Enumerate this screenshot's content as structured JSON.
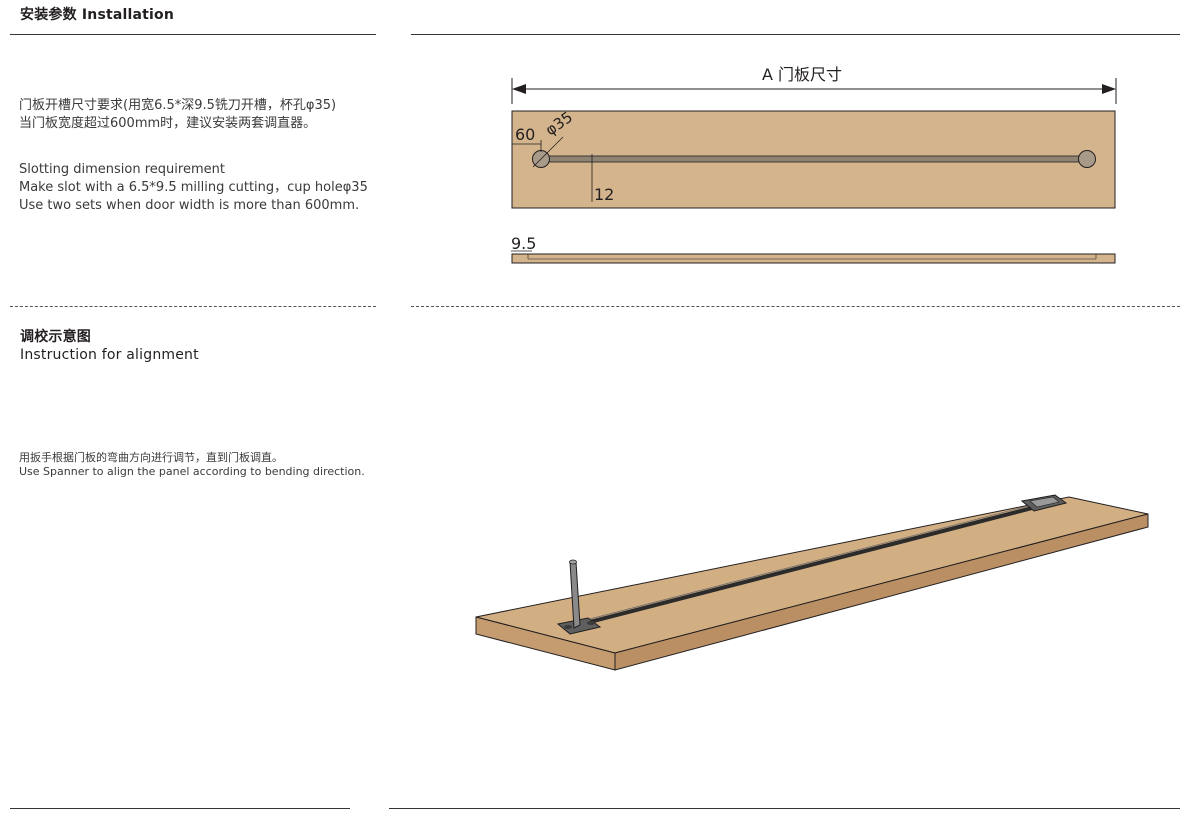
{
  "section1": {
    "title": "安装参数  Installation",
    "zh_line1": "门板开槽尺寸要求(用宽6.5*深9.5铣刀开槽，杯孔φ35)",
    "zh_line2": "当门板宽度超过600mm时，建议安装两套调直器。",
    "en_line1": "Slotting dimension requirement",
    "en_line2": "Make slot with a 6.5*9.5 milling cutting，cup holeφ35",
    "en_line3": "Use two sets when door width is more than 600mm."
  },
  "drawing1": {
    "dim_a_label": "A 门板尺寸",
    "dim_60": "60",
    "dim_phi35": "φ35",
    "dim_12": "12",
    "dim_9_5": "9.5",
    "colors": {
      "panel": "#d3b48c",
      "hole": "#a89a88",
      "slot": "#8f8474",
      "edge": "#bda176"
    }
  },
  "section2": {
    "title_zh": "调校示意图",
    "title_en": "Instruction for alignment",
    "zh_line": "用扳手根据门板的弯曲方向进行调节，直到门板调直。",
    "en_line": " Use Spanner to align the panel according to bending direction."
  },
  "drawing2": {
    "colors": {
      "panel_top": "#d2ae83",
      "panel_front": "#c79f73",
      "rod": "#2b2b2b",
      "plate": "#6d6d6d",
      "spanner": "#7c7c7c"
    }
  }
}
